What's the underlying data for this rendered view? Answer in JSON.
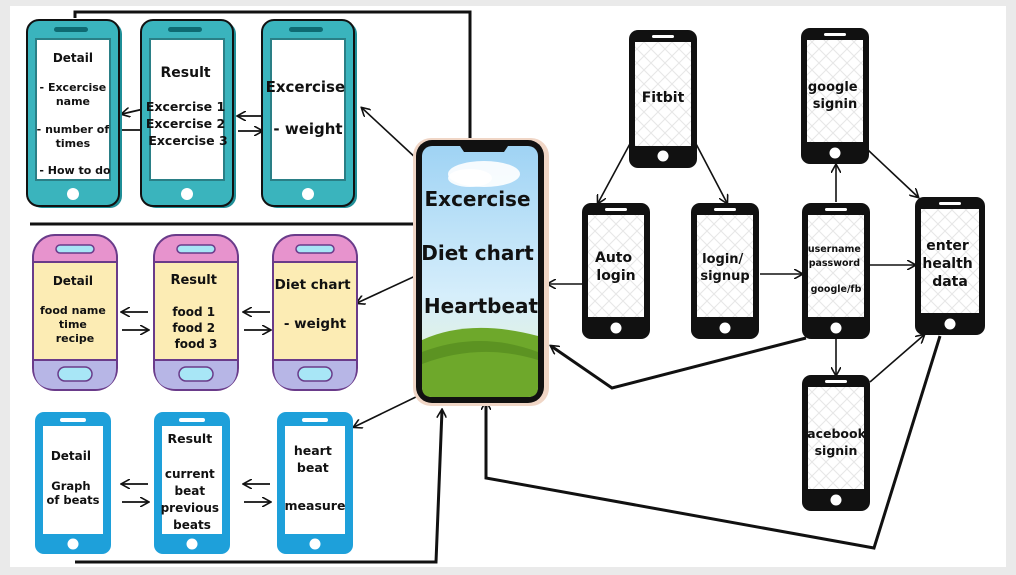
{
  "main_phone": {
    "lines": [
      "Excercise",
      "Diet chart",
      "Heartbeat"
    ]
  },
  "exercise_flow": {
    "detail": [
      "Detail",
      "- Excercise",
      "name",
      "- number of",
      "times",
      "- How to do"
    ],
    "result": [
      "Result",
      "Excercise 1",
      "Excercise 2",
      "Excercise 3"
    ],
    "main": [
      "Excercise",
      "- weight"
    ]
  },
  "diet_flow": {
    "detail": [
      "Detail",
      "food name",
      "time",
      "recipe"
    ],
    "result": [
      "Result",
      "food 1",
      "food 2",
      "food 3"
    ],
    "main": [
      "Diet chart",
      "- weight"
    ]
  },
  "heart_flow": {
    "detail": [
      "Detail",
      "Graph",
      "of beats"
    ],
    "result": [
      "Result",
      "current",
      "beat",
      "previous",
      "beats"
    ],
    "main": [
      "heart",
      "beat",
      "measure"
    ]
  },
  "login_flow": {
    "fitbit": [
      "Fitbit"
    ],
    "auto_login": [
      "Auto",
      "login"
    ],
    "login_signup": [
      "login/",
      "signup"
    ],
    "credentials": [
      "username",
      "password",
      "google/fb"
    ],
    "google": [
      "google",
      "signin"
    ],
    "facebook": [
      "facebook",
      "signin"
    ],
    "enter_data": [
      "enter",
      "health",
      "data"
    ]
  },
  "colors": {
    "teal": "#3ab4bd",
    "teal_dark": "#1f8e97",
    "teal_light": "#d4f1ef",
    "pink": "#e793cd",
    "pink_outline": "#6a3b8a",
    "cream": "#fcecb4",
    "lavender": "#b7b6e6",
    "blue": "#1ea0da",
    "black": "#111111",
    "sky": "#a6d5f3",
    "grass": "#6ea82b"
  }
}
